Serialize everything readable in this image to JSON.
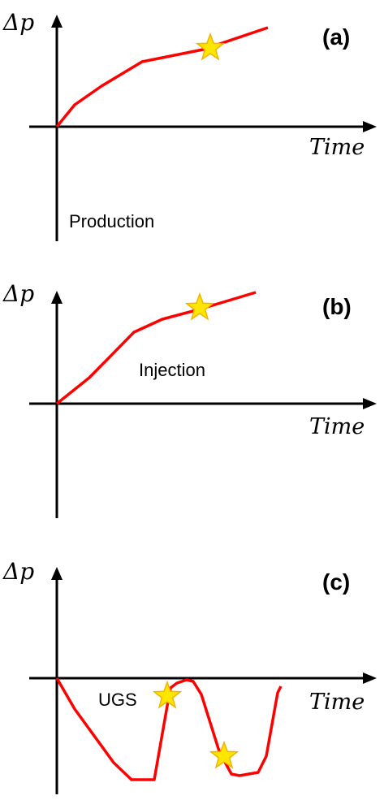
{
  "colors": {
    "curve": "#ff0000",
    "star_fill": "#ffe600",
    "star_stroke": "#f0b400",
    "axis": "#000000"
  },
  "panels": [
    {
      "label": "(a)",
      "ylabel": "Δp",
      "xlabel": "Time",
      "annotation": "Production",
      "curve": [
        [
          0,
          0
        ],
        [
          22,
          -27
        ],
        [
          55,
          -50
        ],
        [
          105,
          -80
        ],
        [
          180,
          -95
        ],
        [
          260,
          -122
        ]
      ],
      "stars": [
        [
          189,
          -97
        ]
      ]
    },
    {
      "label": "(b)",
      "ylabel": "Δp",
      "xlabel": "Time",
      "annotation": "Injection",
      "curve": [
        [
          0,
          0
        ],
        [
          40,
          -32
        ],
        [
          95,
          -88
        ],
        [
          130,
          -104
        ],
        [
          175,
          -116
        ],
        [
          245,
          -137
        ]
      ],
      "stars": [
        [
          176,
          -118
        ]
      ]
    },
    {
      "label": "(c)",
      "ylabel": "Δp",
      "xlabel": "Time",
      "annotation": "UGS",
      "curve": [
        [
          0,
          0
        ],
        [
          22,
          38
        ],
        [
          70,
          104
        ],
        [
          92,
          125
        ],
        [
          120,
          125
        ],
        [
          136,
          34
        ],
        [
          140,
          12
        ],
        [
          148,
          6
        ],
        [
          160,
          2
        ],
        [
          168,
          4
        ],
        [
          178,
          20
        ],
        [
          200,
          90
        ],
        [
          215,
          118
        ],
        [
          225,
          120
        ],
        [
          248,
          116
        ],
        [
          258,
          96
        ],
        [
          272,
          18
        ],
        [
          276,
          10
        ]
      ],
      "stars": [
        [
          136,
          22
        ],
        [
          206,
          96
        ]
      ]
    }
  ]
}
